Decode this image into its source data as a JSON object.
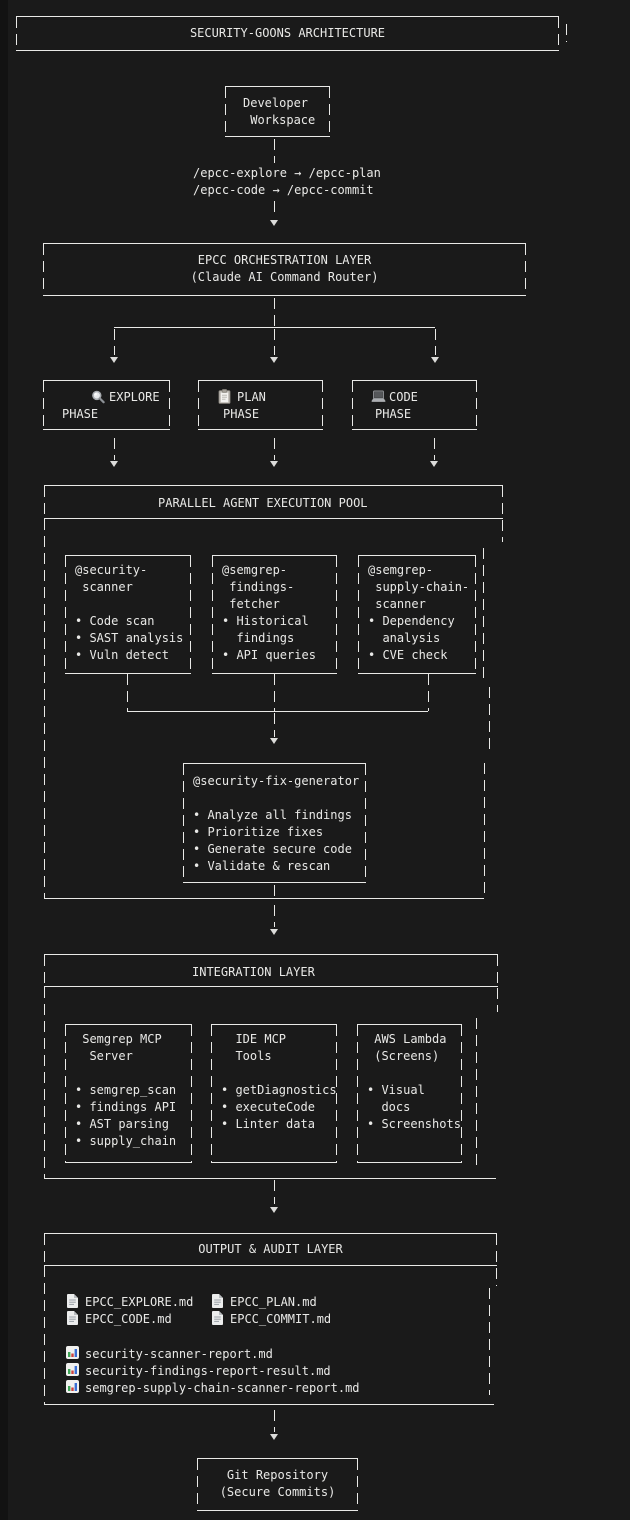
{
  "colors": {
    "background": "#1a1a1a",
    "foreground": "#e9e9e7",
    "edge_strip": "#121212",
    "chart_green": "#3fa557",
    "chart_red": "#cf4540",
    "chart_blue": "#3b6fd4"
  },
  "title": "SECURITY-GOONS ARCHITECTURE",
  "developer": {
    "label": "Developer\n Workspace"
  },
  "commands": {
    "label": "/epcc-explore → /epcc-plan\n/epcc-code → /epcc-commit"
  },
  "orchestration": {
    "title": "EPCC ORCHESTRATION LAYER",
    "subtitle": "(Claude AI Command Router)"
  },
  "phases": [
    {
      "icon": "magnifier-icon",
      "title": "EXPLORE",
      "subtitle": "PHASE"
    },
    {
      "icon": "clipboard-icon",
      "title": "PLAN",
      "subtitle": "PHASE"
    },
    {
      "icon": "laptop-icon",
      "title": "CODE",
      "subtitle": "PHASE"
    }
  ],
  "pool": {
    "title": "PARALLEL AGENT EXECUTION POOL",
    "agents": [
      {
        "text": "@security-\n scanner\n\n• Code scan\n• SAST analysis\n• Vuln detect"
      },
      {
        "text": "@semgrep-\n findings-\n fetcher\n• Historical\n  findings\n• API queries"
      },
      {
        "text": "@semgrep-\n supply-chain-\n scanner\n• Dependency\n  analysis\n• CVE check"
      }
    ],
    "fix_generator": {
      "name": "@security-fix-generator",
      "bullets": "• Analyze all findings\n• Prioritize fixes\n• Generate secure code\n• Validate & rescan"
    }
  },
  "integration": {
    "title": "INTEGRATION LAYER",
    "services": [
      {
        "text": " Semgrep MCP\n  Server\n\n• semgrep_scan\n• findings API\n• AST parsing\n• supply_chain"
      },
      {
        "text": "  IDE MCP\n  Tools\n\n• getDiagnostics\n• executeCode\n• Linter data"
      },
      {
        "text": " AWS Lambda\n (Screens)\n\n• Visual\n  docs\n• Screenshots"
      }
    ]
  },
  "output": {
    "title": "OUTPUT & AUDIT LAYER",
    "documents": [
      "EPCC_EXPLORE.md",
      "EPCC_PLAN.md",
      "EPCC_CODE.md",
      "EPCC_COMMIT.md"
    ],
    "reports": [
      "security-scanner-report.md",
      "security-findings-report-result.md",
      "semgrep-supply-chain-scanner-report.md"
    ]
  },
  "git": {
    "label": "Git Repository\n(Secure Commits)"
  },
  "icons": {
    "explore": "magnifier-icon",
    "plan": "clipboard-icon",
    "code": "laptop-icon",
    "document": "document-icon",
    "report": "bar-chart-icon"
  }
}
